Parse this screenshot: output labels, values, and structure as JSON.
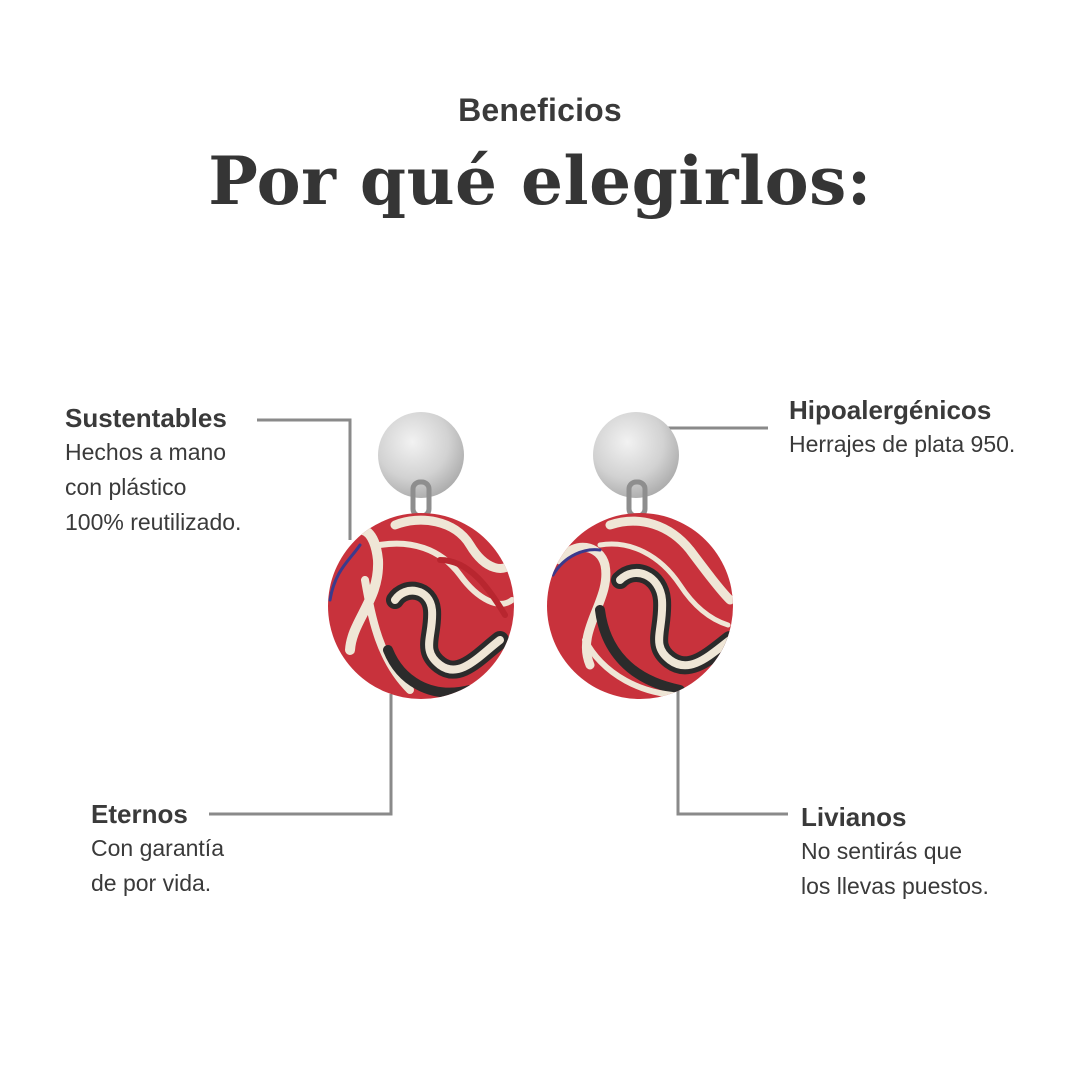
{
  "header": {
    "eyebrow": "Beneficios",
    "title": "Por qué elegirlos:"
  },
  "features": {
    "sustentables": {
      "title": "Sustentables",
      "lines": [
        "Hechos a mano",
        "con plástico",
        "100% reutilizado."
      ]
    },
    "hipoalergenicos": {
      "title": "Hipoalergénicos",
      "lines": [
        "Herrajes de plata 950."
      ]
    },
    "eternos": {
      "title": "Eternos",
      "lines": [
        "Con garantía",
        "de por vida."
      ]
    },
    "livianos": {
      "title": "Livianos",
      "lines": [
        "No sentirás que",
        "los llevas puestos."
      ]
    }
  },
  "colors": {
    "text": "#333333",
    "connector": "#8a8a8a",
    "earring_red": "#c8323c",
    "earring_cream": "#efe6d6",
    "earring_black": "#2b2b2b",
    "earring_blue": "#3b3a8c",
    "silver": "#cfcfcf"
  },
  "icons": {
    "product": "earrings-image"
  }
}
